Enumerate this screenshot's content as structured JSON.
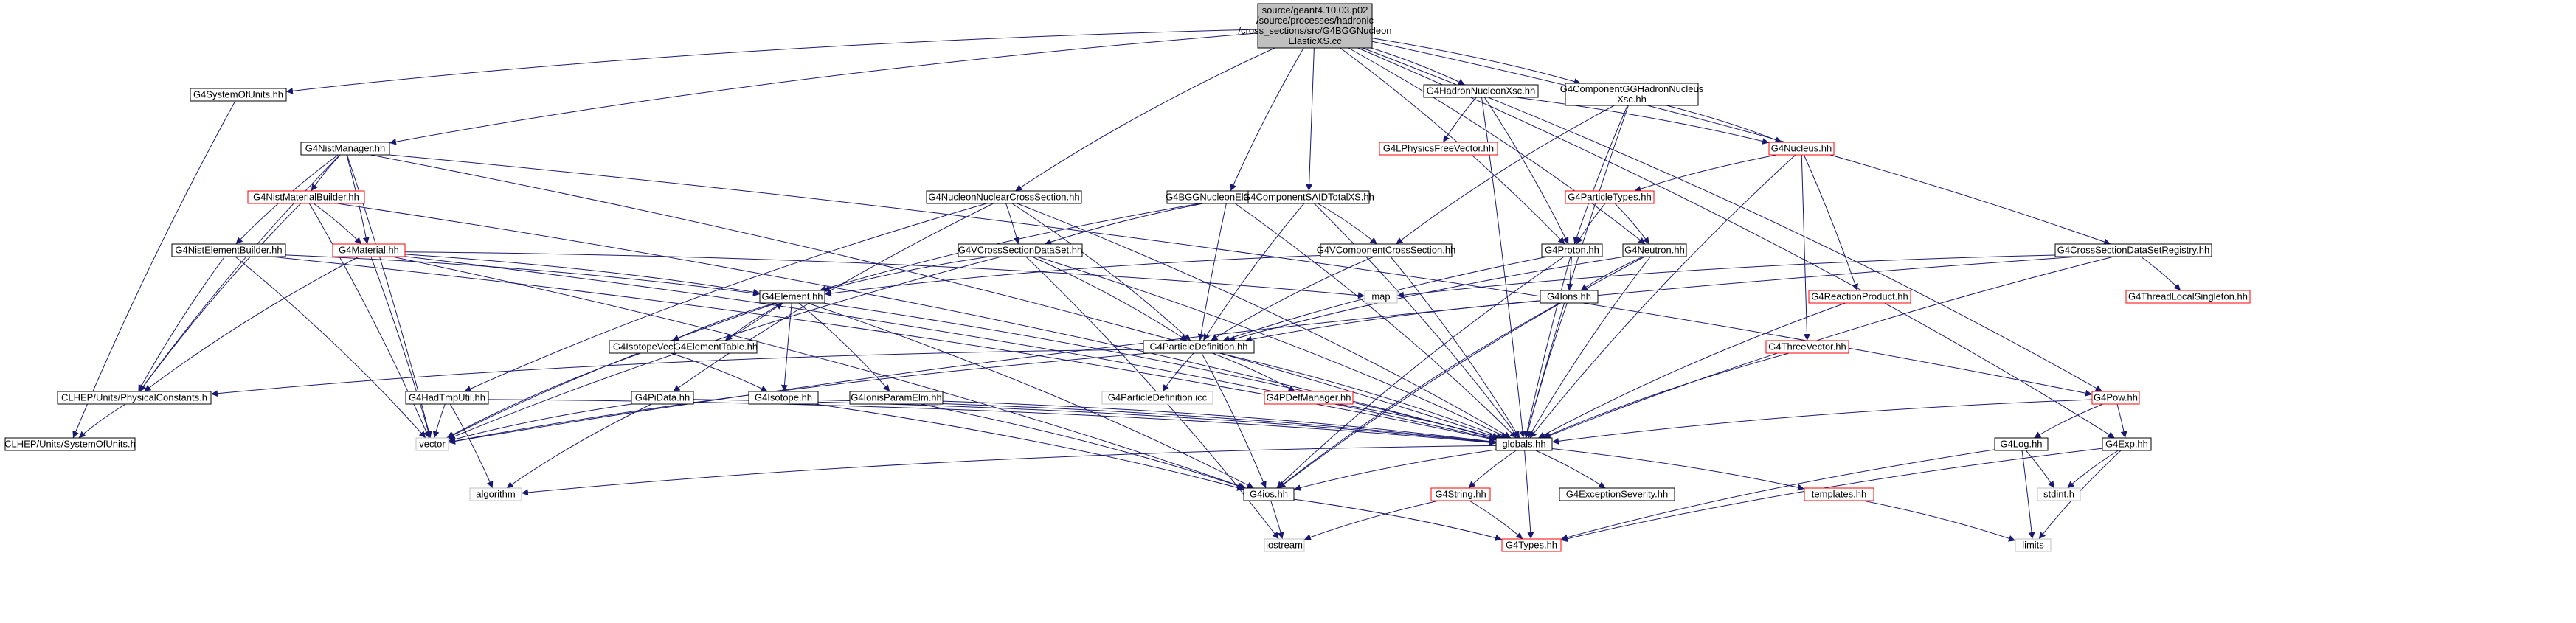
{
  "colors": {
    "edge": "#191970",
    "normal_border": "#000000",
    "missing_border": "#ff0000",
    "external_border": "#bfbfbf",
    "root_fill": "#bfbfbf",
    "normal_text": "#000000",
    "missing_text": "#ff0000"
  },
  "nodes": [
    {
      "id": "root",
      "lines": [
        "source/geant4.10.03.p02",
        "/source/processes/hadronic",
        "/cross_sections/src/G4BGGNucleon",
        "ElasticXS.cc"
      ],
      "kind": "root"
    },
    {
      "id": "sysunits",
      "lines": [
        "G4SystemOfUnits.hh"
      ],
      "kind": "normal"
    },
    {
      "id": "clhepsys",
      "lines": [
        "CLHEP/Units/SystemOfUnits.h"
      ],
      "kind": "normal"
    },
    {
      "id": "nistman",
      "lines": [
        "G4NistManager.hh"
      ],
      "kind": "normal"
    },
    {
      "id": "nistmatb",
      "lines": [
        "G4NistMaterialBuilder.hh"
      ],
      "kind": "missing"
    },
    {
      "id": "nistelemb",
      "lines": [
        "G4NistElementBuilder.hh"
      ],
      "kind": "normal"
    },
    {
      "id": "material",
      "lines": [
        "G4Material.hh"
      ],
      "kind": "missing"
    },
    {
      "id": "clhepphys",
      "lines": [
        "CLHEP/Units/PhysicalConstants.h"
      ],
      "kind": "normal"
    },
    {
      "id": "nnxs",
      "lines": [
        "G4NucleonNuclearCrossSection.hh"
      ],
      "kind": "normal"
    },
    {
      "id": "bggxs",
      "lines": [
        "G4BGGNucleonElasticXS.hh"
      ],
      "kind": "normal"
    },
    {
      "id": "saidxs",
      "lines": [
        "G4ComponentSAIDTotalXS.hh"
      ],
      "kind": "normal"
    },
    {
      "id": "hnxsc",
      "lines": [
        "G4HadronNucleonXsc.hh"
      ],
      "kind": "normal"
    },
    {
      "id": "ggxsc",
      "lines": [
        "G4ComponentGGHadronNucleus",
        "Xsc.hh"
      ],
      "kind": "normal"
    },
    {
      "id": "physfreevec",
      "lines": [
        "G4LPhysicsFreeVector.hh"
      ],
      "kind": "missing"
    },
    {
      "id": "nucleus",
      "lines": [
        "G4Nucleus.hh"
      ],
      "kind": "missing"
    },
    {
      "id": "ptypes",
      "lines": [
        "G4ParticleTypes.hh"
      ],
      "kind": "missing"
    },
    {
      "id": "vxsds",
      "lines": [
        "G4VCrossSectionDataSet.hh"
      ],
      "kind": "normal"
    },
    {
      "id": "vcompxs",
      "lines": [
        "G4VComponentCrossSection.hh"
      ],
      "kind": "normal"
    },
    {
      "id": "proton",
      "lines": [
        "G4Proton.hh"
      ],
      "kind": "normal"
    },
    {
      "id": "neutron",
      "lines": [
        "G4Neutron.hh"
      ],
      "kind": "normal"
    },
    {
      "id": "xsreg",
      "lines": [
        "G4CrossSectionDataSetRegistry.hh"
      ],
      "kind": "normal"
    },
    {
      "id": "tls",
      "lines": [
        "G4ThreadLocalSingleton.hh"
      ],
      "kind": "missing"
    },
    {
      "id": "reactprod",
      "lines": [
        "G4ReactionProduct.hh"
      ],
      "kind": "missing"
    },
    {
      "id": "threevec",
      "lines": [
        "G4ThreeVector.hh"
      ],
      "kind": "missing"
    },
    {
      "id": "map",
      "lines": [
        "map"
      ],
      "kind": "external"
    },
    {
      "id": "ions",
      "lines": [
        "G4Ions.hh"
      ],
      "kind": "normal"
    },
    {
      "id": "element",
      "lines": [
        "G4Element.hh"
      ],
      "kind": "normal"
    },
    {
      "id": "isovec",
      "lines": [
        "G4IsotopeVector.hh"
      ],
      "kind": "normal"
    },
    {
      "id": "elemtable",
      "lines": [
        "G4ElementTable.hh"
      ],
      "kind": "normal"
    },
    {
      "id": "partdef",
      "lines": [
        "G4ParticleDefinition.hh"
      ],
      "kind": "normal"
    },
    {
      "id": "partdeficc",
      "lines": [
        "G4ParticleDefinition.icc"
      ],
      "kind": "external"
    },
    {
      "id": "pdefman",
      "lines": [
        "G4PDefManager.hh"
      ],
      "kind": "missing"
    },
    {
      "id": "hadtmp",
      "lines": [
        "G4HadTmpUtil.hh"
      ],
      "kind": "normal"
    },
    {
      "id": "pidata",
      "lines": [
        "G4PiData.hh"
      ],
      "kind": "normal"
    },
    {
      "id": "isotope",
      "lines": [
        "G4Isotope.hh"
      ],
      "kind": "normal"
    },
    {
      "id": "ionsparam",
      "lines": [
        "G4IonisParamElm.hh"
      ],
      "kind": "normal"
    },
    {
      "id": "pow",
      "lines": [
        "G4Pow.hh"
      ],
      "kind": "missing"
    },
    {
      "id": "log",
      "lines": [
        "G4Log.hh"
      ],
      "kind": "normal"
    },
    {
      "id": "exp",
      "lines": [
        "G4Exp.hh"
      ],
      "kind": "normal"
    },
    {
      "id": "vector",
      "lines": [
        "vector"
      ],
      "kind": "external"
    },
    {
      "id": "globals",
      "lines": [
        "globals.hh"
      ],
      "kind": "normal"
    },
    {
      "id": "stdint",
      "lines": [
        "stdint.h"
      ],
      "kind": "external"
    },
    {
      "id": "algorithm",
      "lines": [
        "algorithm"
      ],
      "kind": "external"
    },
    {
      "id": "ios",
      "lines": [
        "G4ios.hh"
      ],
      "kind": "normal"
    },
    {
      "id": "string",
      "lines": [
        "G4String.hh"
      ],
      "kind": "missing"
    },
    {
      "id": "excsev",
      "lines": [
        "G4ExceptionSeverity.hh"
      ],
      "kind": "normal"
    },
    {
      "id": "templates",
      "lines": [
        "templates.hh"
      ],
      "kind": "missing"
    },
    {
      "id": "limits",
      "lines": [
        "limits"
      ],
      "kind": "external"
    },
    {
      "id": "iostream",
      "lines": [
        "iostream"
      ],
      "kind": "external"
    },
    {
      "id": "types",
      "lines": [
        "G4Types.hh"
      ],
      "kind": "missing"
    }
  ],
  "edges": [
    [
      "root",
      "sysunits"
    ],
    [
      "root",
      "nistman"
    ],
    [
      "root",
      "nnxs"
    ],
    [
      "root",
      "bggxs"
    ],
    [
      "root",
      "saidxs"
    ],
    [
      "root",
      "hnxsc"
    ],
    [
      "root",
      "ggxsc"
    ],
    [
      "root",
      "xsreg"
    ],
    [
      "root",
      "proton"
    ],
    [
      "root",
      "neutron"
    ],
    [
      "root",
      "pow"
    ],
    [
      "root",
      "exp"
    ],
    [
      "sysunits",
      "clhepsys"
    ],
    [
      "nistman",
      "nistmatb"
    ],
    [
      "nistman",
      "nistelemb"
    ],
    [
      "nistman",
      "material"
    ],
    [
      "nistman",
      "clhepphys"
    ],
    [
      "nistman",
      "vector"
    ],
    [
      "nistman",
      "globals"
    ],
    [
      "nistman",
      "pow"
    ],
    [
      "nistmatb",
      "material"
    ],
    [
      "nistmatb",
      "clhepphys"
    ],
    [
      "nistmatb",
      "globals"
    ],
    [
      "nistmatb",
      "vector"
    ],
    [
      "nistelemb",
      "element"
    ],
    [
      "nistelemb",
      "clhepphys"
    ],
    [
      "nistelemb",
      "vector"
    ],
    [
      "nistelemb",
      "globals"
    ],
    [
      "material",
      "element"
    ],
    [
      "material",
      "clhepphys"
    ],
    [
      "material",
      "vector"
    ],
    [
      "material",
      "map"
    ],
    [
      "material",
      "globals"
    ],
    [
      "material",
      "ios"
    ],
    [
      "clhepphys",
      "clhepsys"
    ],
    [
      "nnxs",
      "vxsds"
    ],
    [
      "nnxs",
      "partdef"
    ],
    [
      "nnxs",
      "hadtmp"
    ],
    [
      "nnxs",
      "pidata"
    ],
    [
      "nnxs",
      "globals"
    ],
    [
      "bggxs",
      "vxsds"
    ],
    [
      "bggxs",
      "element"
    ],
    [
      "bggxs",
      "partdef"
    ],
    [
      "bggxs",
      "globals"
    ],
    [
      "saidxs",
      "vcompxs"
    ],
    [
      "saidxs",
      "partdef"
    ],
    [
      "saidxs",
      "globals"
    ],
    [
      "hnxsc",
      "physfreevec"
    ],
    [
      "hnxsc",
      "nucleus"
    ],
    [
      "hnxsc",
      "proton"
    ],
    [
      "hnxsc",
      "globals"
    ],
    [
      "ggxsc",
      "vcompxs"
    ],
    [
      "ggxsc",
      "nucleus"
    ],
    [
      "ggxsc",
      "proton"
    ],
    [
      "ggxsc",
      "globals"
    ],
    [
      "nucleus",
      "ptypes"
    ],
    [
      "nucleus",
      "reactprod"
    ],
    [
      "nucleus",
      "threevec"
    ],
    [
      "nucleus",
      "globals"
    ],
    [
      "ptypes",
      "proton"
    ],
    [
      "ptypes",
      "neutron"
    ],
    [
      "vxsds",
      "element"
    ],
    [
      "vxsds",
      "partdef"
    ],
    [
      "vxsds",
      "globals"
    ],
    [
      "vxsds",
      "vector"
    ],
    [
      "vxsds",
      "iostream"
    ],
    [
      "vcompxs",
      "element"
    ],
    [
      "vcompxs",
      "partdef"
    ],
    [
      "vcompxs",
      "globals"
    ],
    [
      "proton",
      "ions"
    ],
    [
      "proton",
      "partdef"
    ],
    [
      "proton",
      "globals"
    ],
    [
      "proton",
      "ios"
    ],
    [
      "neutron",
      "ions"
    ],
    [
      "neutron",
      "partdef"
    ],
    [
      "neutron",
      "globals"
    ],
    [
      "neutron",
      "ios"
    ],
    [
      "xsreg",
      "map"
    ],
    [
      "xsreg",
      "tls"
    ],
    [
      "xsreg",
      "globals"
    ],
    [
      "xsreg",
      "vector"
    ],
    [
      "ions",
      "partdef"
    ],
    [
      "ions",
      "globals"
    ],
    [
      "ions",
      "ios"
    ],
    [
      "element",
      "isovec"
    ],
    [
      "element",
      "elemtable"
    ],
    [
      "element",
      "isotope"
    ],
    [
      "element",
      "ionsparam"
    ],
    [
      "element",
      "globals"
    ],
    [
      "element",
      "vector"
    ],
    [
      "element",
      "ios"
    ],
    [
      "isovec",
      "isotope"
    ],
    [
      "isovec",
      "vector"
    ],
    [
      "elemtable",
      "element"
    ],
    [
      "partdef",
      "partdeficc"
    ],
    [
      "partdef",
      "pdefman"
    ],
    [
      "partdef",
      "globals"
    ],
    [
      "partdef",
      "clhepphys"
    ],
    [
      "partdef",
      "vector"
    ],
    [
      "partdef",
      "ios"
    ],
    [
      "pdefman",
      "globals"
    ],
    [
      "hadtmp",
      "globals"
    ],
    [
      "hadtmp",
      "algorithm"
    ],
    [
      "hadtmp",
      "vector"
    ],
    [
      "pidata",
      "globals"
    ],
    [
      "pidata",
      "vector"
    ],
    [
      "pidata",
      "algorithm"
    ],
    [
      "isotope",
      "globals"
    ],
    [
      "isotope",
      "ios"
    ],
    [
      "ionsparam",
      "globals"
    ],
    [
      "ionsparam",
      "ios"
    ],
    [
      "pow",
      "globals"
    ],
    [
      "pow",
      "log"
    ],
    [
      "pow",
      "exp"
    ],
    [
      "log",
      "stdint"
    ],
    [
      "log",
      "limits"
    ],
    [
      "log",
      "types"
    ],
    [
      "exp",
      "stdint"
    ],
    [
      "exp",
      "limits"
    ],
    [
      "exp",
      "types"
    ],
    [
      "globals",
      "ios"
    ],
    [
      "globals",
      "string"
    ],
    [
      "globals",
      "excsev"
    ],
    [
      "globals",
      "templates"
    ],
    [
      "globals",
      "types"
    ],
    [
      "globals",
      "algorithm"
    ],
    [
      "ios",
      "iostream"
    ],
    [
      "ios",
      "types"
    ],
    [
      "string",
      "iostream"
    ],
    [
      "string",
      "types"
    ],
    [
      "templates",
      "limits"
    ],
    [
      "threevec",
      "globals"
    ],
    [
      "reactprod",
      "globals"
    ]
  ]
}
